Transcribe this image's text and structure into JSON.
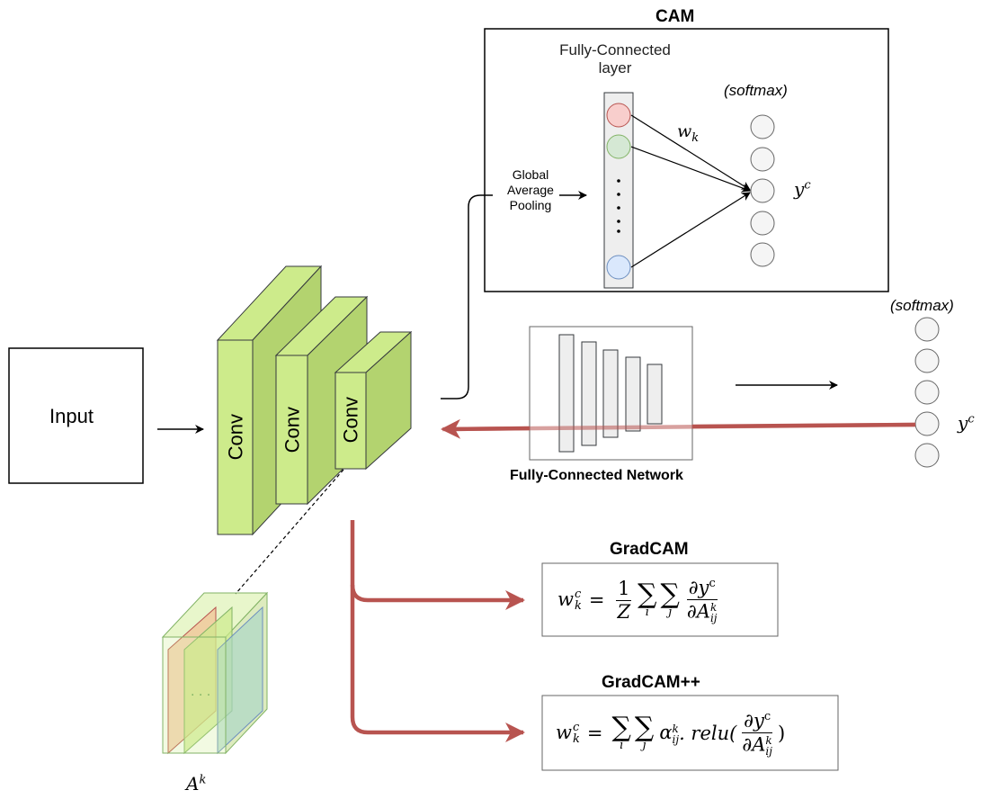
{
  "input": {
    "label": "Input"
  },
  "conv_layers": [
    "Conv",
    "Conv",
    "Conv"
  ],
  "feature_map": {
    "label": "A",
    "superscript": "k",
    "ellipsis": ". . ."
  },
  "cam": {
    "title": "CAM",
    "fc_layer_label_line1": "Fully-Connected",
    "fc_layer_label_line2": "layer",
    "gap_line1": "Global",
    "gap_line2": "Average",
    "gap_line3": "Pooling",
    "softmax": "(softmax)",
    "weight_label": "w",
    "weight_sub": "k",
    "output_label": "y",
    "output_sup": "c",
    "neuron_colors": [
      "#f8cecc",
      "#d5e8d4",
      "#dae8fc"
    ],
    "neuron_borders": [
      "#b85450",
      "#82b366",
      "#6c8ebf"
    ]
  },
  "fc_network": {
    "label": "Fully-Connected Network",
    "softmax": "(softmax)",
    "output_label": "y",
    "output_sup": "c"
  },
  "gradcam": {
    "title": "GradCAM",
    "w": "w",
    "w_sub": "k",
    "w_sup": "c",
    "eq": "=",
    "num": "1",
    "den": "Z",
    "sum_i": "i",
    "sum_j": "j",
    "d_num": "∂y",
    "d_num_sup": "c",
    "d_den": "∂A",
    "d_den_sup": "k",
    "d_den_sub": "ij"
  },
  "gradcampp": {
    "title": "GradCAM++",
    "w": "w",
    "w_sub": "k",
    "w_sup": "c",
    "eq": "=",
    "sum_i": "i",
    "sum_j": "j",
    "alpha": "α",
    "alpha_sup": "k",
    "alpha_sub": "ij",
    "relu": ". relu(",
    "close": ")",
    "d_num": "∂y",
    "d_num_sup": "c",
    "d_den": "∂A",
    "d_den_sup": "k",
    "d_den_sub": "ij"
  },
  "colors": {
    "conv_front": "#cdeb8b",
    "conv_side": "#b3d36f",
    "conv_border": "#36393d",
    "red_arrow": "#b85450",
    "neuron_fill": "#f5f5f5",
    "neuron_border": "#666666"
  }
}
